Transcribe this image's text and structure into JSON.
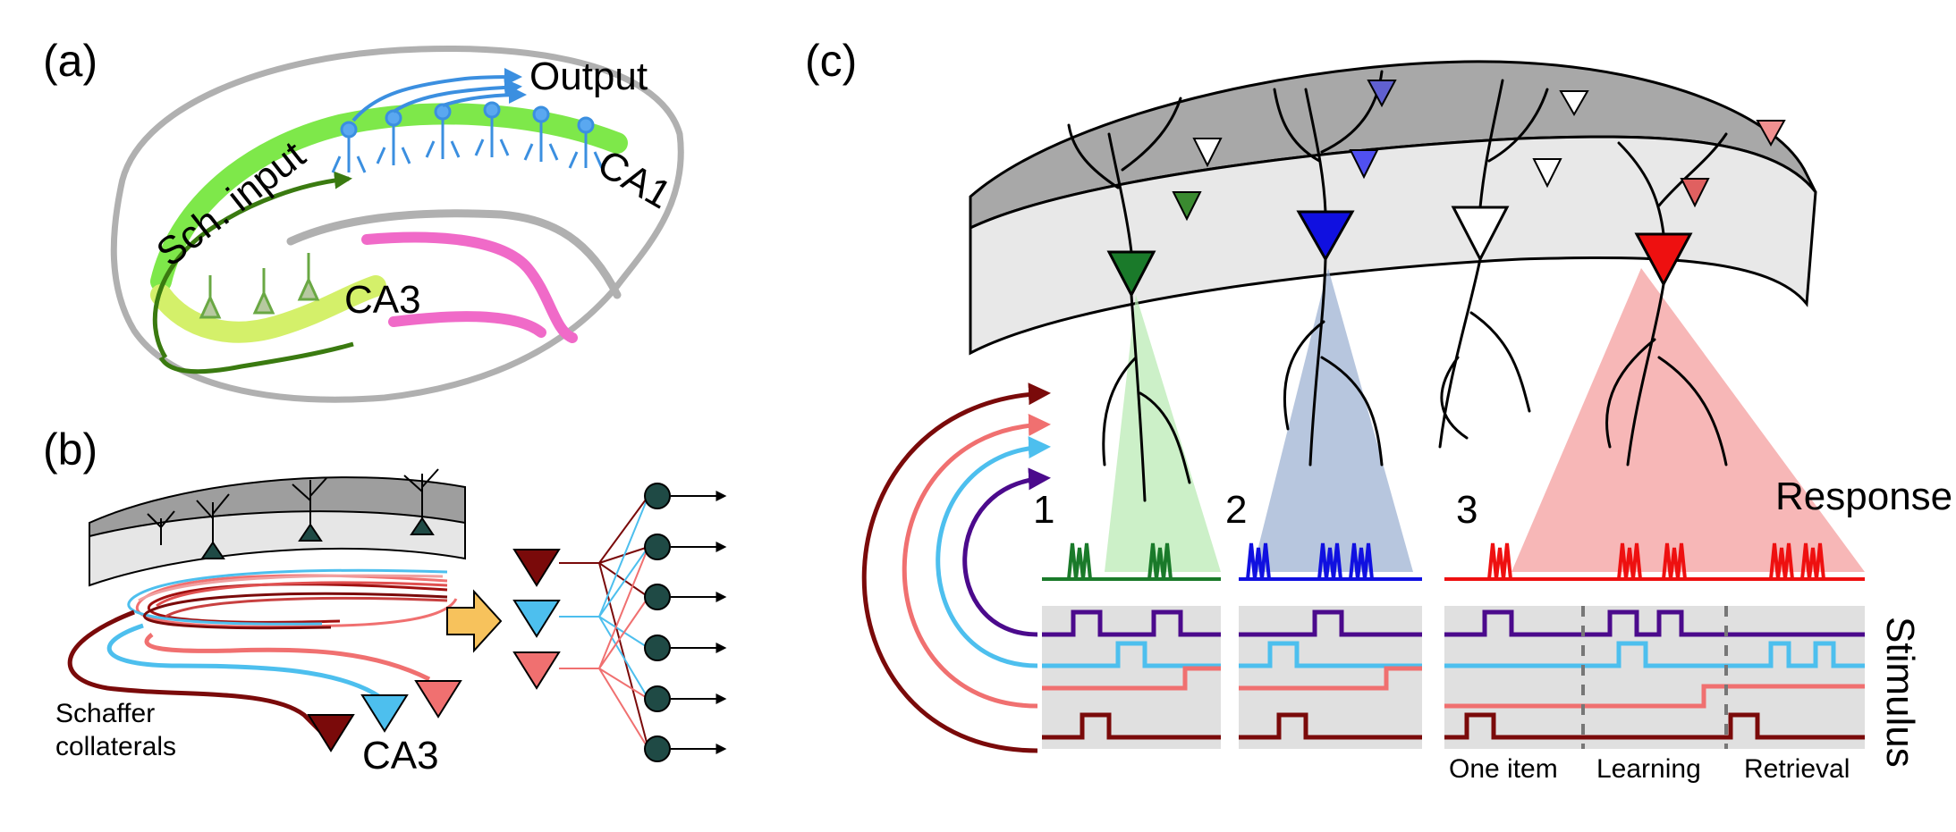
{
  "panels": {
    "a": {
      "label": "(a)",
      "output_label": "Output",
      "sch_input_label": "Sch. input",
      "ca1_label": "CA1",
      "ca3_label": "CA3"
    },
    "b": {
      "label": "(b)",
      "schaffer_label_line1": "Schaffer",
      "schaffer_label_line2": "collaterals",
      "ca3_label": "CA3"
    },
    "c": {
      "label": "(c)",
      "neuron_numbers": [
        "1",
        "2",
        "3"
      ],
      "response_label": "Response",
      "stimulus_label": "Stimulus",
      "phase_labels": [
        "One item",
        "Learning",
        "Retrieval"
      ]
    }
  },
  "colors": {
    "ca1_band": "#7ee84a",
    "ca3_band": "#d4f06a",
    "ca1_neuron": "#3b8fe0",
    "input_arrow": "#3a7a10",
    "dentate": "#f06ac8",
    "outline": "#b0b0b0",
    "stim_purple": "#4b0a8c",
    "stim_cyan": "#4dbfee",
    "stim_salmon": "#f07070",
    "stim_darkred": "#7a0a0a",
    "resp_green": "#1a7a2a",
    "resp_blue": "#1010e0",
    "resp_red": "#ee1010",
    "cortex_top": "#a8a8a8",
    "cortex_side": "#e8e8e8"
  }
}
